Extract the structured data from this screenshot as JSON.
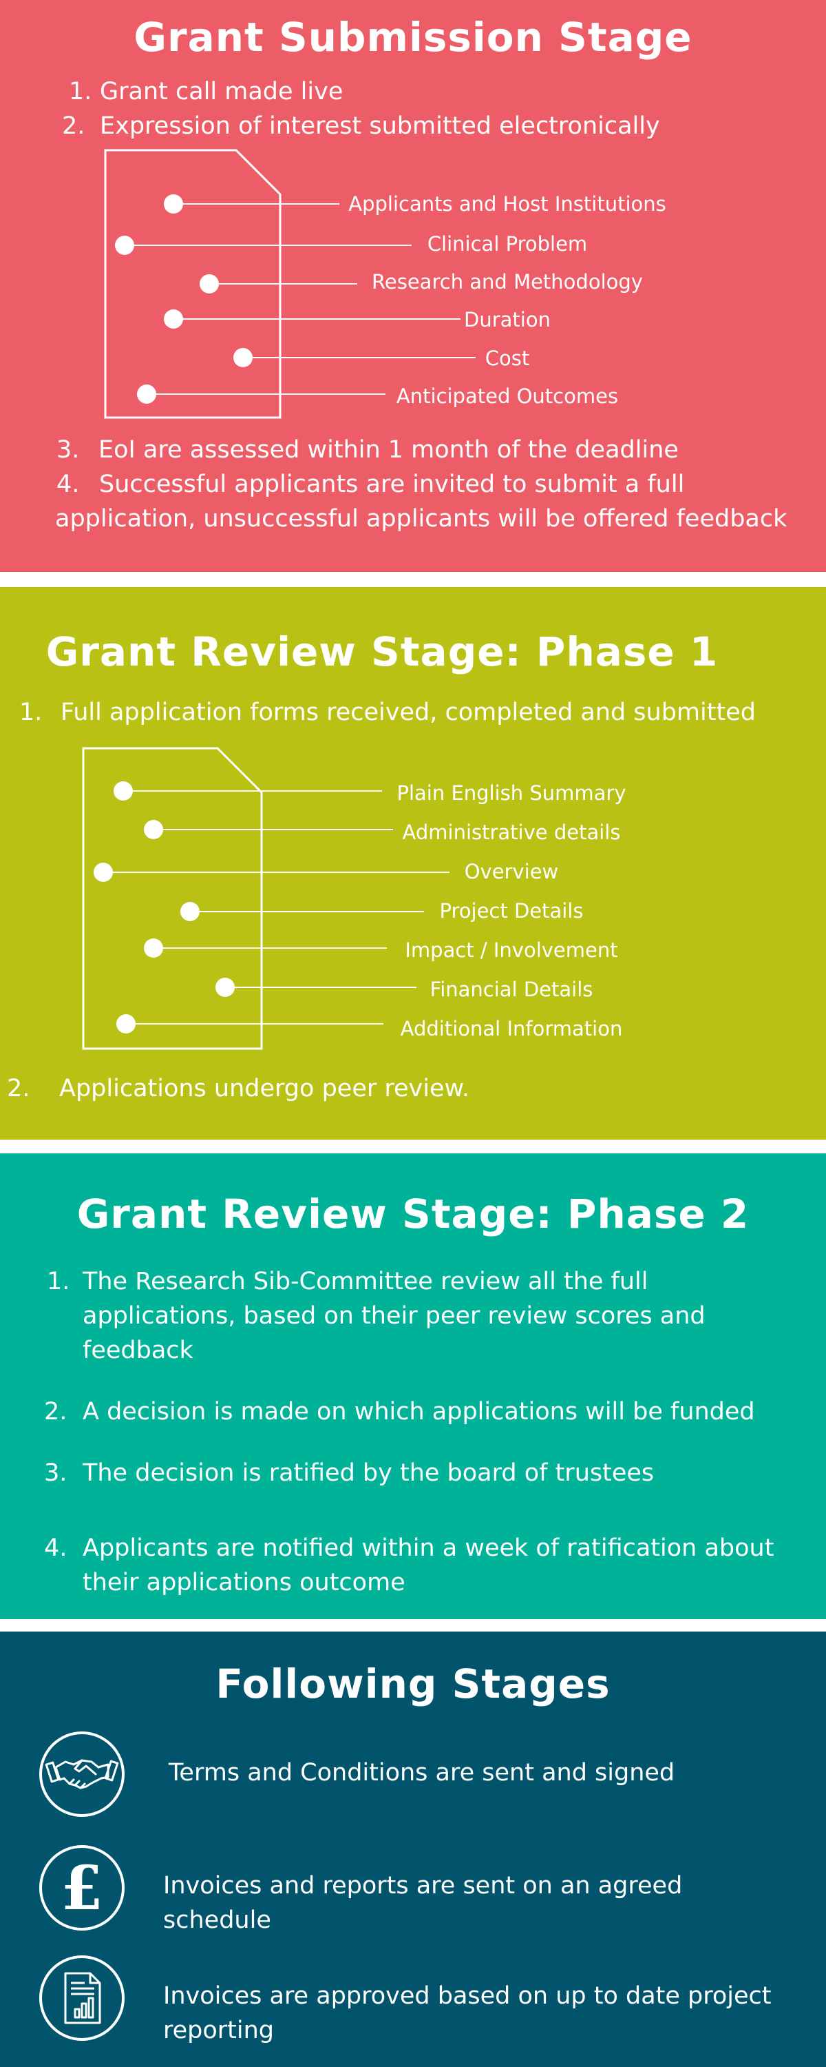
{
  "submission": {
    "title": "Grant Submission Stage",
    "steps": [
      {
        "num": "1.",
        "text": "Grant call made live"
      },
      {
        "num": "2.",
        "text": "Expression of interest submitted electronically"
      },
      {
        "num": "3.",
        "text": "EoI are assessed within 1 month of the deadline"
      },
      {
        "num": "4.",
        "text": "Successful applicants are invited to submit a full application, unsuccessful applicants will be offered feedback"
      }
    ],
    "doc_fields": [
      "Applicants and Host Institutions",
      "Clinical Problem",
      "Research and Methodology",
      "Duration",
      "Cost",
      "Anticipated Outcomes"
    ]
  },
  "review1": {
    "title": "Grant Review Stage: Phase 1",
    "steps": [
      {
        "num": "1.",
        "text": "Full application forms received, completed and submitted"
      },
      {
        "num": "2.",
        "text": "Applications undergo peer review."
      }
    ],
    "doc_fields": [
      "Plain English Summary",
      "Administrative details",
      "Overview",
      "Project Details",
      "Impact / Involvement",
      "Financial Details",
      "Additional Information"
    ]
  },
  "review2": {
    "title": "Grant Review Stage: Phase 2",
    "steps": [
      {
        "num": "1.",
        "text": "The Research Sib-Committee review all the full applications, based on their peer review scores and feedback"
      },
      {
        "num": "2.",
        "text": "A decision is made on which applications will be funded"
      },
      {
        "num": "3.",
        "text": "The decision is ratified by the board of trustees"
      },
      {
        "num": "4.",
        "text": "Applicants are notified within a week of ratification about their applications outcome"
      }
    ]
  },
  "following": {
    "title": "Following Stages",
    "items": [
      {
        "icon": "handshake-icon",
        "text": "Terms and Conditions are sent and signed"
      },
      {
        "icon": "pound-icon",
        "symbol": "£",
        "text": "Invoices and reports are sent on an agreed schedule"
      },
      {
        "icon": "report-chart-icon",
        "text": "Invoices are approved based on up to date project reporting"
      }
    ]
  },
  "colors": {
    "submission_bg": "#ec5d67",
    "review1_bg": "#b9c114",
    "review2_bg": "#00b398",
    "following_bg": "#01546b",
    "text": "#ffffff"
  }
}
